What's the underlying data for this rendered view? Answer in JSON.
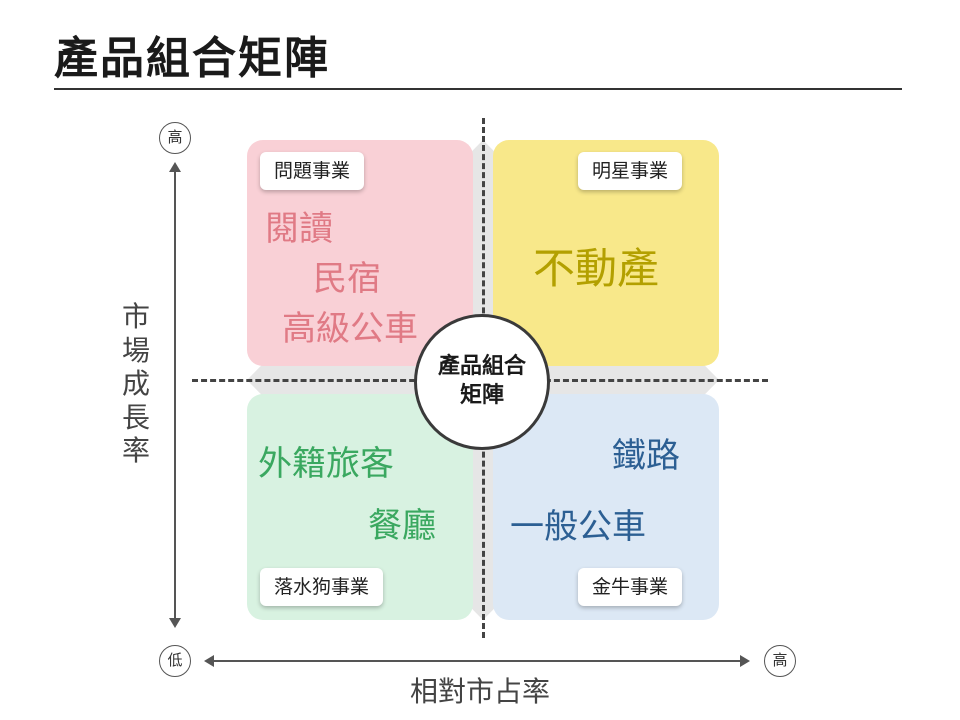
{
  "title": "產品組合矩陣",
  "center": {
    "line1": "產品組合",
    "line2": "矩陣"
  },
  "axes": {
    "y_label": "市場成長率",
    "x_label": "相對市占率",
    "y_high": "高",
    "origin_low": "低",
    "x_high": "高"
  },
  "quadrants": {
    "question": {
      "tag": "問題事業",
      "color": "#f9d0d6",
      "text_color": "#e07a85",
      "items": [
        "閱讀",
        "民宿",
        "高級公車"
      ]
    },
    "star": {
      "tag": "明星事業",
      "color": "#f8e88a",
      "text_color": "#b3a000",
      "items": [
        "不動產"
      ]
    },
    "dog": {
      "tag": "落水狗事業",
      "color": "#d8f2e1",
      "text_color": "#3aa860",
      "items": [
        "外籍旅客",
        "餐廳"
      ]
    },
    "cow": {
      "tag": "金牛事業",
      "color": "#dce8f5",
      "text_color": "#2c5f93",
      "items": [
        "鐵路",
        "一般公車"
      ]
    }
  }
}
